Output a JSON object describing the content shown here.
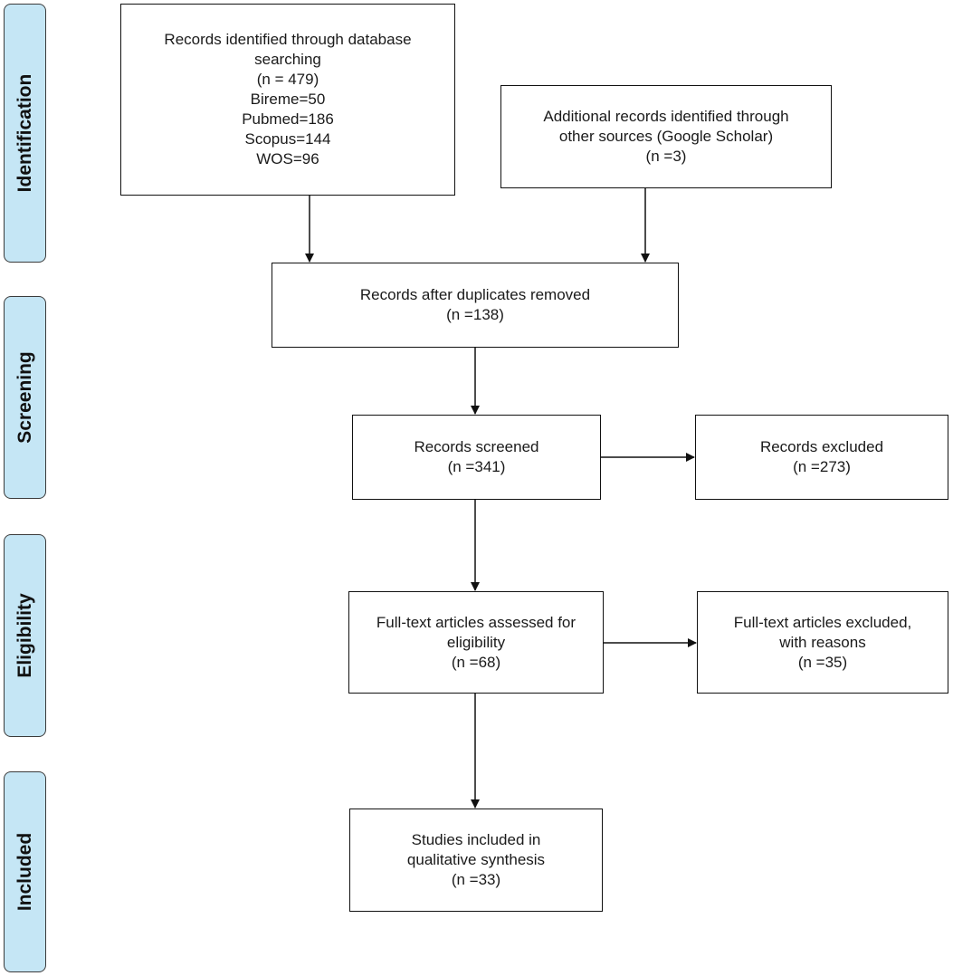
{
  "stages": [
    {
      "id": "identification",
      "label": "Identification"
    },
    {
      "id": "screening",
      "label": "Screening"
    },
    {
      "id": "eligibility",
      "label": "Eligibility"
    },
    {
      "id": "included",
      "label": "Included"
    }
  ],
  "boxes": {
    "database": {
      "lines": [
        "Records identified through database",
        "searching",
        "(n = 479)",
        "Bireme=50",
        "Pubmed=186",
        "Scopus=144",
        "WOS=96"
      ]
    },
    "additional": {
      "lines": [
        "Additional records identified through",
        "other sources (Google Scholar)",
        "(n =3)"
      ]
    },
    "duplicates_removed": {
      "lines": [
        "Records after duplicates removed",
        "(n =138)"
      ]
    },
    "screened": {
      "lines": [
        "Records screened",
        "(n =341)"
      ]
    },
    "excluded": {
      "lines": [
        "Records excluded",
        "(n =273)"
      ]
    },
    "fulltext_assessed": {
      "lines": [
        "Full-text articles assessed for",
        "eligibility",
        "(n =68)"
      ]
    },
    "fulltext_excluded": {
      "lines": [
        "Full-text articles excluded,",
        "with reasons",
        "(n =35)"
      ]
    },
    "included": {
      "lines": [
        "Studies included in",
        "qualitative synthesis",
        "(n =33)"
      ]
    }
  }
}
